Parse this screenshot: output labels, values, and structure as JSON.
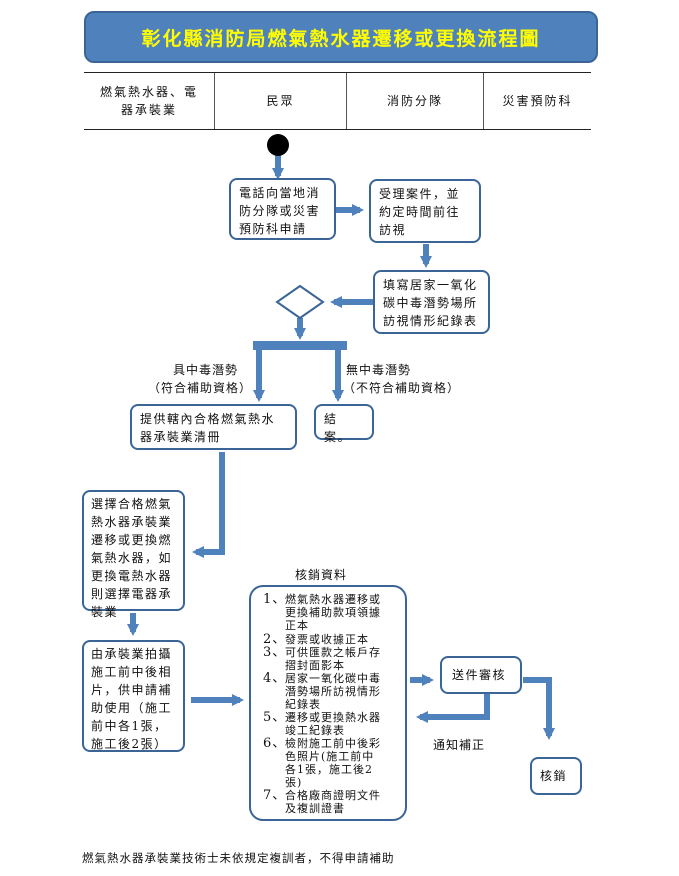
{
  "title": "彰化縣消防局燃氣熱水器遷移或更換流程圖",
  "lanes": [
    "燃氣熱水器、電器承裝業",
    "民眾",
    "消防分隊",
    "災害預防科"
  ],
  "nodes": {
    "apply": "電話向當地消防分隊或災害預防科申請",
    "accept": "受理案件，並約定時間前往訪視",
    "record": "填寫居家一氧化碳中毒潛勢場所訪視情形紀錄表",
    "provide_list": "提供轄內合格燃氣熱水器承裝業清冊",
    "close": "結案。",
    "choose": "選擇合格燃氣熱水器承裝業遷移或更換燃氣熱水器，如更換電熱水器則選擇電器承裝業",
    "photo": "由承裝業拍攝施工前中後相片，供申請補助使用（施工前中各1張，施工後2張）",
    "review": "送件審核",
    "finish": "核銷"
  },
  "branch": {
    "yes_title": "具中毒潛勢",
    "yes_note": "（符合補助資格）",
    "no_title": "無中毒潛勢",
    "no_note": "（不符合補助資格）"
  },
  "docs": {
    "title": "核銷資料",
    "items": [
      {
        "num": "1、",
        "text": "燃氣熱水器遷移或\n更換補助款項領據\n正本"
      },
      {
        "num": "2、",
        "text": "發票或收據正本"
      },
      {
        "num": "3、",
        "text": "可供匯款之帳戶存\n摺封面影本"
      },
      {
        "num": "4、",
        "text": "居家一氧化碳中毒\n潛勢場所訪視情形\n紀錄表"
      },
      {
        "num": "5、",
        "text": "遷移或更換熱水器\n竣工紀錄表"
      },
      {
        "num": "6、",
        "text": "檢附施工前中後彩\n色照片(施工前中\n各1張，施工後2\n張)"
      },
      {
        "num": "7、",
        "text": "合格廠商證明文件\n及複訓證書"
      }
    ]
  },
  "notify": "通知補正",
  "footnote": "燃氣熱水器承裝業技術士未依規定複訓者，不得申請補助",
  "colors": {
    "title_bg": "#4f81bd",
    "title_text": "#fffd00",
    "arrow": "#4f81bd",
    "border": "#3a6596"
  }
}
